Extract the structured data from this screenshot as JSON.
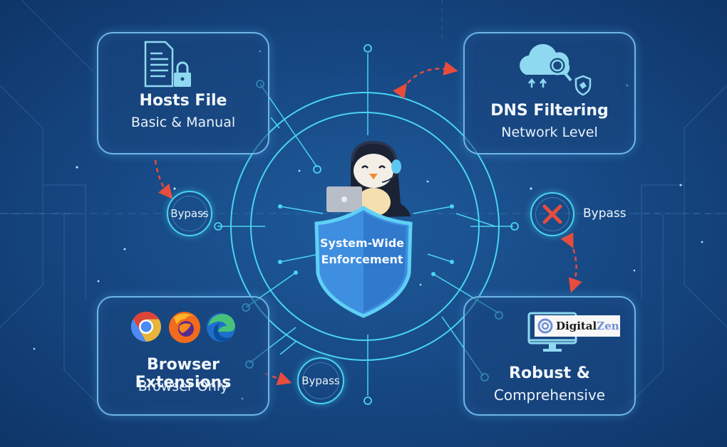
{
  "colors": {
    "background": "#174a86",
    "accent_cyan": "#49d4f0",
    "card_border": "#6fb6e6",
    "arrow_red": "#e74c3c",
    "shield_blue": "#3f8fe0",
    "logo_zen": "#6f8fd6"
  },
  "center": {
    "shield_line1": "System-Wide",
    "shield_line2": "Enforcement",
    "mascot": "penguin-with-headset-and-laptop"
  },
  "cards": [
    {
      "id": "hosts",
      "icon": "document-lock-icon",
      "title": "Hosts File",
      "subtitle": "Basic & Manual"
    },
    {
      "id": "dns",
      "icon": "cloud-search-shield-icon",
      "title": "DNS Filtering",
      "subtitle": "Network Level"
    },
    {
      "id": "browser",
      "icons": [
        "chrome-icon",
        "firefox-icon",
        "edge-icon"
      ],
      "title": "Browser Extensions",
      "subtitle": "Browser Only"
    },
    {
      "id": "robust",
      "icon": "monitor-icon",
      "logo_text_1": "Digital",
      "logo_text_2": "Zen",
      "title": "Robust &",
      "subtitle": "Comprehensive"
    }
  ],
  "bypass_nodes": [
    {
      "position": "left",
      "label": "Bypass"
    },
    {
      "position": "right",
      "label": "Bypass",
      "blocked": true
    },
    {
      "position": "bottom",
      "label": "Bypass"
    }
  ]
}
